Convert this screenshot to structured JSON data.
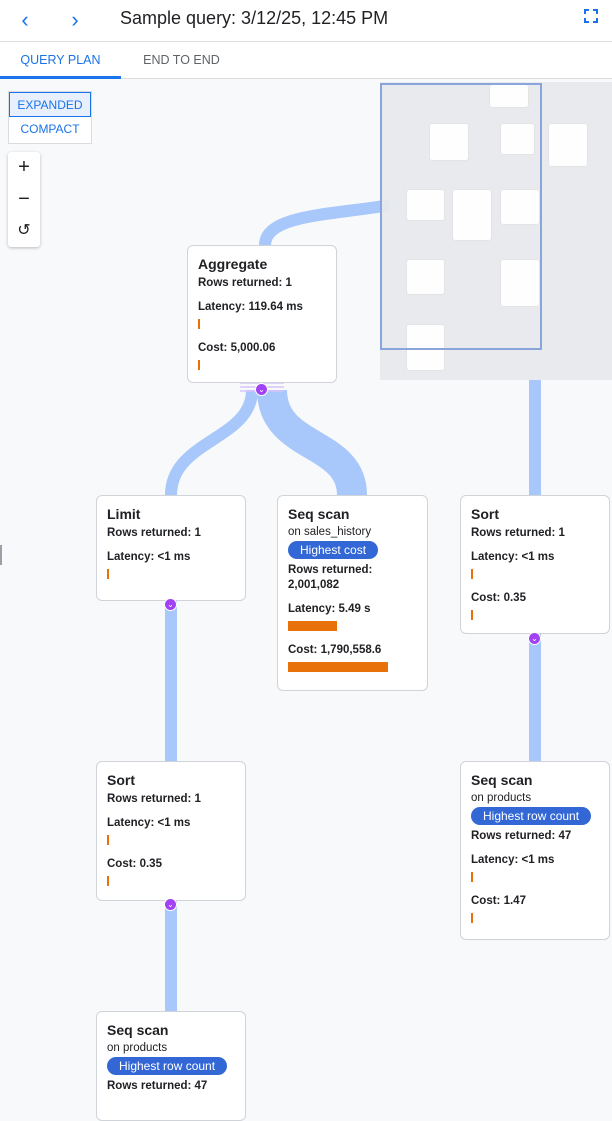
{
  "header": {
    "back_icon": "chevron-left-icon",
    "forward_icon": "chevron-right-icon",
    "title": "Sample query: 3/12/25, 12:45 PM",
    "fullscreen_icon": "fullscreen-icon"
  },
  "tabs": [
    {
      "label": "QUERY PLAN",
      "active": true
    },
    {
      "label": "END TO END",
      "active": false
    }
  ],
  "view_toggle": {
    "expanded": "EXPANDED",
    "compact": "COMPACT",
    "selected": "EXPANDED"
  },
  "zoom_controls": {
    "zoom_in": "+",
    "zoom_out": "−",
    "reset": "↺"
  },
  "colors": {
    "accent": "#1a73e8",
    "badge": "#3367d6",
    "bar": "#e8710a",
    "edge": "#a8c7fa",
    "expand": "#a142f4"
  },
  "nodes": [
    {
      "id": "aggregate",
      "title": "Aggregate",
      "rows": "Rows returned: 1",
      "latency": "Latency: 119.64 ms",
      "latency_bar": 0.02,
      "cost": "Cost: 5,000.06",
      "cost_bar": 0.02
    },
    {
      "id": "limit",
      "title": "Limit",
      "rows": "Rows returned: 1",
      "latency": "Latency: <1 ms",
      "latency_bar": 0.02
    },
    {
      "id": "seq-scan-sales-history",
      "title": "Seq scan",
      "subtitle": "on sales_history",
      "badge": "Highest cost",
      "rows": "Rows returned: 2,001,082",
      "latency": "Latency: 5.49 s",
      "latency_bar": 0.49,
      "cost": "Cost: 1,790,558.6",
      "cost_bar": 1.0
    },
    {
      "id": "sort-right",
      "title": "Sort",
      "rows": "Rows returned: 1",
      "latency": "Latency: <1 ms",
      "latency_bar": 0.02,
      "cost": "Cost: 0.35",
      "cost_bar": 0.02
    },
    {
      "id": "sort-left",
      "title": "Sort",
      "rows": "Rows returned: 1",
      "latency": "Latency: <1 ms",
      "latency_bar": 0.02,
      "cost": "Cost: 0.35",
      "cost_bar": 0.02
    },
    {
      "id": "seq-scan-products-right",
      "title": "Seq scan",
      "subtitle": "on products",
      "badge": "Highest row count",
      "rows": "Rows returned: 47",
      "latency": "Latency: <1 ms",
      "latency_bar": 0.02,
      "cost": "Cost: 1.47",
      "cost_bar": 0.02
    },
    {
      "id": "seq-scan-products-bottom",
      "title": "Seq scan",
      "subtitle": "on products",
      "badge": "Highest row count",
      "rows": "Rows returned: 47"
    }
  ]
}
